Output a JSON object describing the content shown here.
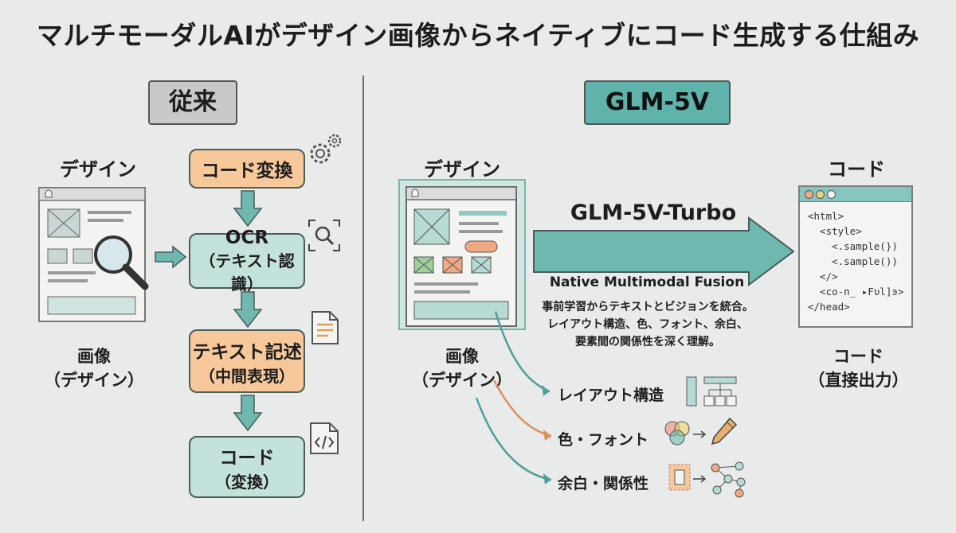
{
  "title": "マルチモーダルAIがデザイン画像からネイティブにコード生成する仕組み",
  "left": {
    "badge": "従来",
    "design_label": "デザイン",
    "image_label_1": "画像",
    "image_label_2": "（デザイン）",
    "steps": {
      "code_convert": "コード変換",
      "ocr_1": "OCR",
      "ocr_2": "（テキスト認識）",
      "text_desc_1": "テキスト記述",
      "text_desc_2": "（中間表現）",
      "code_1": "コード",
      "code_2": "（変換）"
    },
    "icons": [
      "gear-icon",
      "magnifier-icon",
      "document-icon",
      "code-file-icon"
    ]
  },
  "right": {
    "badge": "GLM-5V",
    "design_label": "デザイン",
    "image_label_1": "画像",
    "image_label_2": "（デザイン）",
    "arrow_label": "GLM-5V-Turbo",
    "fusion_title": "Native Multimodal Fusion",
    "fusion_desc": [
      "事前学習からテキストとビジョンを統合。",
      "レイアウト構造、色、フォント、余白、",
      "要素間の関係性を深く理解。"
    ],
    "output_label": "コード",
    "output_caption_1": "コード",
    "output_caption_2": "（直接出力）",
    "code_lines": [
      "<html>",
      "  <style>",
      "    <.sample(})",
      "    <.sample())",
      "  </>",
      "  <co-n_ ▸Fυl]ͽ>",
      "</head>"
    ],
    "features": [
      "レイアウト構造",
      "色・フォント",
      "余白・関係性"
    ]
  },
  "colors": {
    "teal": "#5fb3ab",
    "light_teal": "#c4e2dc",
    "orange": "#f6c89a",
    "gray_badge": "#c9cac8",
    "background": "#e9ebea"
  }
}
